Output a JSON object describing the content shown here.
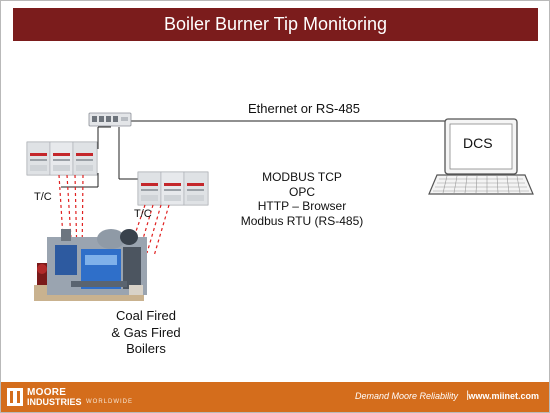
{
  "title": "Boiler Burner Tip Monitoring",
  "link_label": "Ethernet or RS-485",
  "dcs_label": "DCS",
  "tc_label_1": "T/C",
  "tc_label_2": "T/C",
  "protocols": [
    "MODBUS TCP",
    "OPC",
    "HTTP – Browser",
    "Modbus RTU (RS-485)"
  ],
  "boiler_label": [
    "Coal Fired",
    "& Gas Fired",
    "Boilers"
  ],
  "footer": {
    "logo_line1": "MOORE",
    "logo_line2": "INDUSTRIES",
    "logo_line3": "WORLDWIDE",
    "tagline": "Demand Moore Reliability",
    "separator": "|",
    "url": "www.miinet.com"
  },
  "colors": {
    "title_bar": "#7b1c1c",
    "footer_bar": "#d46d1c",
    "thermocouple_lines": "#e02020"
  }
}
